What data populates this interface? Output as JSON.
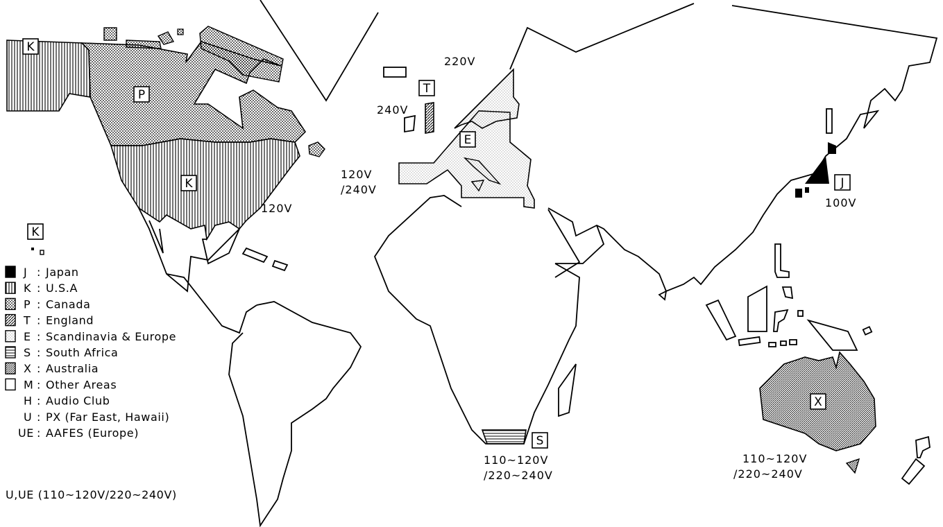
{
  "regions": {
    "K": {
      "code": "K",
      "voltage": "120V"
    },
    "P": {
      "code": "P"
    },
    "T": {
      "code": "T",
      "voltage": "240V"
    },
    "E": {
      "code": "E",
      "voltage_north": "220V",
      "voltage_west_1": "120V",
      "voltage_west_2": "/240V"
    },
    "J": {
      "code": "J",
      "voltage": "100V"
    },
    "S": {
      "code": "S",
      "voltage_1": "110~120V",
      "voltage_2": "/220~240V"
    },
    "X": {
      "code": "X",
      "voltage_1": "110~120V",
      "voltage_2": "/220~240V"
    }
  },
  "legend": {
    "items": [
      {
        "code": "J",
        "sep": ":",
        "name": "Japan",
        "pattern": "solid"
      },
      {
        "code": "K",
        "sep": ":",
        "name": "U.S.A",
        "pattern": "vertical"
      },
      {
        "code": "P",
        "sep": ":",
        "name": "Canada",
        "pattern": "dots"
      },
      {
        "code": "T",
        "sep": ":",
        "name": "England",
        "pattern": "diag"
      },
      {
        "code": "E",
        "sep": ":",
        "name": "Scandinavia & Europe",
        "pattern": "fine"
      },
      {
        "code": "S",
        "sep": ":",
        "name": "South Africa",
        "pattern": "horizontal"
      },
      {
        "code": "X",
        "sep": ":",
        "name": "Australia",
        "pattern": "cross"
      },
      {
        "code": "M",
        "sep": ":",
        "name": "Other Areas",
        "pattern": "empty"
      },
      {
        "code": "H",
        "sep": ":",
        "name": "Audio Club",
        "pattern": "none"
      },
      {
        "code": "U",
        "sep": ":",
        "name": "PX (Far East, Hawaii)",
        "pattern": "none"
      },
      {
        "code": "UE",
        "sep": ":",
        "name": "AAFES (Europe)",
        "pattern": "none"
      }
    ],
    "footnote": "U,UE (110~120V/220~240V)"
  }
}
